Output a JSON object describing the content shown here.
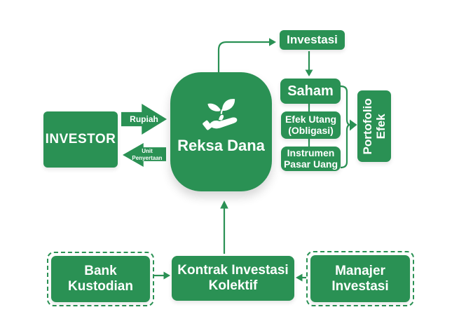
{
  "colors": {
    "green": "#2a9154",
    "text": "#ffffff",
    "background": "#ffffff"
  },
  "nodes": {
    "investor": {
      "label": "INVESTOR"
    },
    "reksa_dana": {
      "label": "Reksa Dana",
      "icon": "hand-holding-sprout-icon"
    },
    "investasi": {
      "label": "Investasi"
    },
    "saham": {
      "label": "Saham"
    },
    "efek_utang": {
      "line1": "Efek Utang",
      "line2": "(Obligasi)"
    },
    "instrumen_pasar_uang": {
      "line1": "Instrumen",
      "line2": "Pasar Uang"
    },
    "portofolio_efek": {
      "line1": "Portofolio",
      "line2": "Efek"
    },
    "bank_kustodian": {
      "line1": "Bank",
      "line2": "Kustodian"
    },
    "kontrak_investasi_kolektif": {
      "line1": "Kontrak Investasi",
      "line2": "Kolektif"
    },
    "manajer_investasi": {
      "line1": "Manajer",
      "line2": "Investasi"
    }
  },
  "flows": {
    "rupiah": {
      "label": "Rupiah",
      "direction": "investor-to-reksa-dana"
    },
    "unit_penyertaan": {
      "line1": "Unit",
      "line2": "Penyertaan",
      "direction": "reksa-dana-to-investor"
    }
  }
}
